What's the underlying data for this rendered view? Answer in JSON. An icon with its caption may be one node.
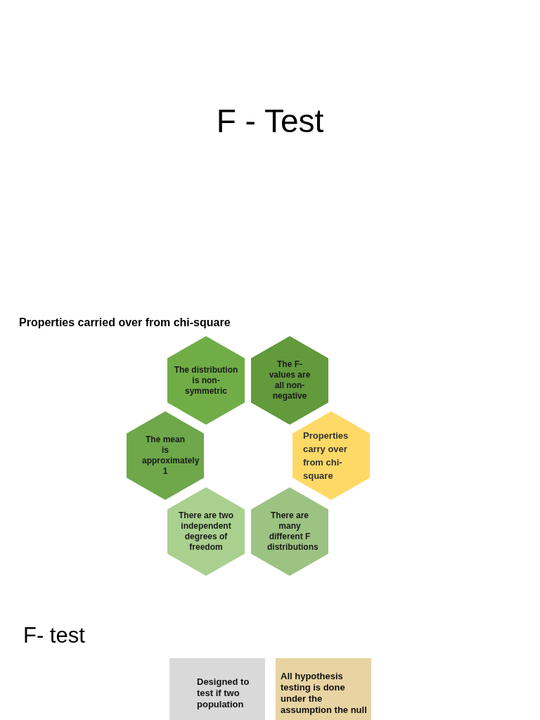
{
  "diagram": {
    "title": "F - Test",
    "nodes": [
      {
        "text": [
          "The distribution is non-symmetric"
        ]
      },
      {
        "text": [
          "The F-values are all non-negative"
        ]
      },
      {
        "text": [
          "The mean is approximately 1"
        ]
      },
      {
        "text": [
          "Properties carry over from chi-square"
        ]
      },
      {
        "text": [
          "There are two independent degrees of freedom"
        ]
      },
      {
        "text": [
          "There are many different F distributions"
        ]
      },
      {
        "text": [
          "Designed to test if two population"
        ]
      },
      {
        "text": [
          "All hypothesis testing is done under the assumption the null"
        ]
      }
    ],
    "edges": [],
    "labels": [
      "Properties carried over from chi-square",
      "F- test"
    ]
  }
}
